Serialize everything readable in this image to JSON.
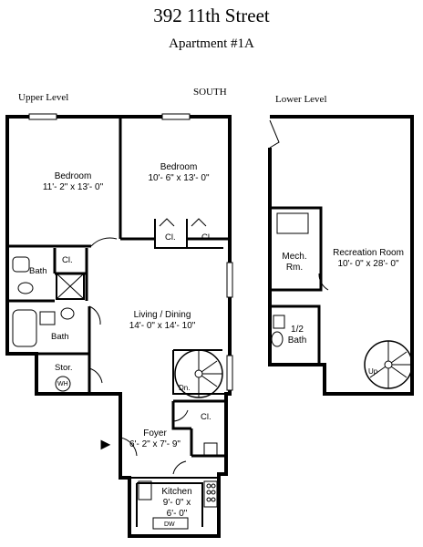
{
  "header": {
    "address": "392 11th Street",
    "unit": "Apartment #1A"
  },
  "levels": {
    "upper": "Upper Level",
    "lower": "Lower Level",
    "orientation": "SOUTH"
  },
  "rooms": {
    "bedroom1": {
      "name": "Bedroom",
      "dims": "11'- 2\" x 13'- 0\""
    },
    "bedroom2": {
      "name": "Bedroom",
      "dims": "10'- 6\" x 13'- 0\""
    },
    "closet_a": "Cl.",
    "closet_b": "Cl.",
    "closet_c": "Cl.",
    "closet_d": "Cl.",
    "bath_upper": "Bath",
    "bath_main": "Bath",
    "living": {
      "name": "Living / Dining",
      "dims": "14'- 0\" x 14'- 10\""
    },
    "storage": "Stor.",
    "water_heater": "WH",
    "stair_down": "Dn.",
    "foyer": {
      "name": "Foyer",
      "dims": "6'- 2\" x 7'- 9\""
    },
    "kitchen": {
      "name": "Kitchen",
      "dims1": "9'- 0\" x",
      "dims2": "6'- 0\""
    },
    "dishwasher": "DW",
    "mech": {
      "line1": "Mech.",
      "line2": "Rm."
    },
    "half_bath": {
      "line1": "1/2",
      "line2": "Bath"
    },
    "recreation": {
      "name": "Recreation Room",
      "dims": "10'- 0\" x 28'- 0\""
    },
    "stair_up": "Up"
  }
}
